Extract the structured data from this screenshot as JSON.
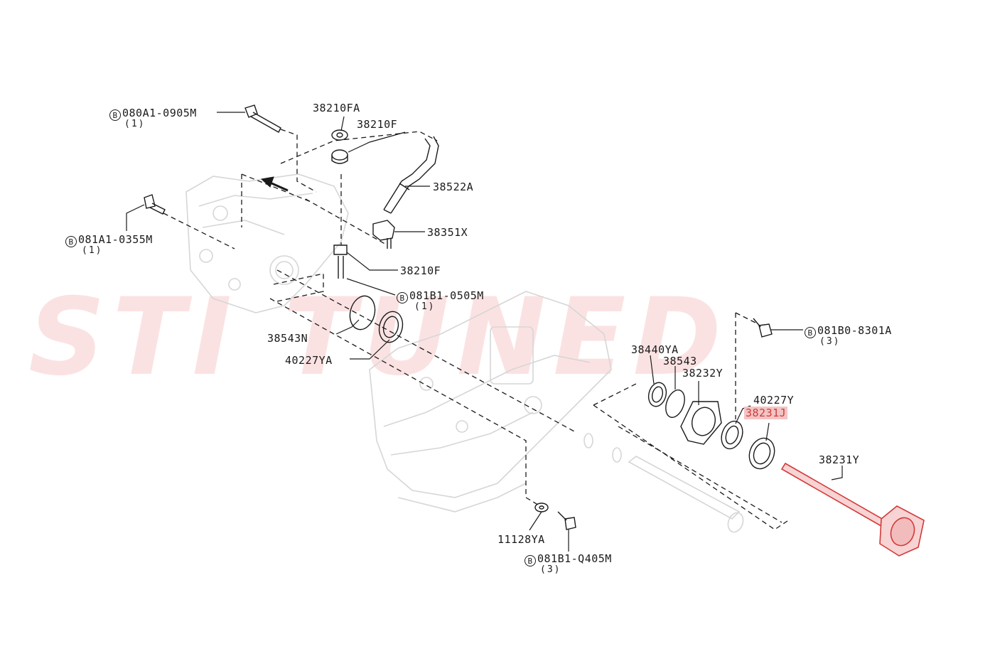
{
  "watermark": "STI TUNED",
  "highlight_color": "#d23a3a",
  "bolt_marker": "B",
  "labels": {
    "bolt_080A1_0905M": "080A1-0905M",
    "qty_080A1_0905M": "(1)",
    "p38210FA": "38210FA",
    "p38210F_top": "38210F",
    "p38522A": "38522A",
    "bolt_081A1_0355M": "081A1-0355M",
    "qty_081A1_0355M": "(1)",
    "p38351X": "38351X",
    "p38210F_bottom": "38210F",
    "bolt_081B1_0505M": "081B1-0505M",
    "qty_081B1_0505M": "(1)",
    "p38543N": "38543N",
    "p40227YA": "40227YA",
    "bolt_081B0_8301A": "081B0-8301A",
    "qty_081B0_8301A": "(3)",
    "p38440YA": "38440YA",
    "p38543": "38543",
    "p38232Y": "38232Y",
    "p40227Y": "40227Y",
    "p38231J": "38231J",
    "p38231Y": "38231Y",
    "p11128YA": "11128YA",
    "bolt_081B1_Q405M": "081B1-Q405M",
    "qty_081B1_Q405M": "(3)"
  }
}
